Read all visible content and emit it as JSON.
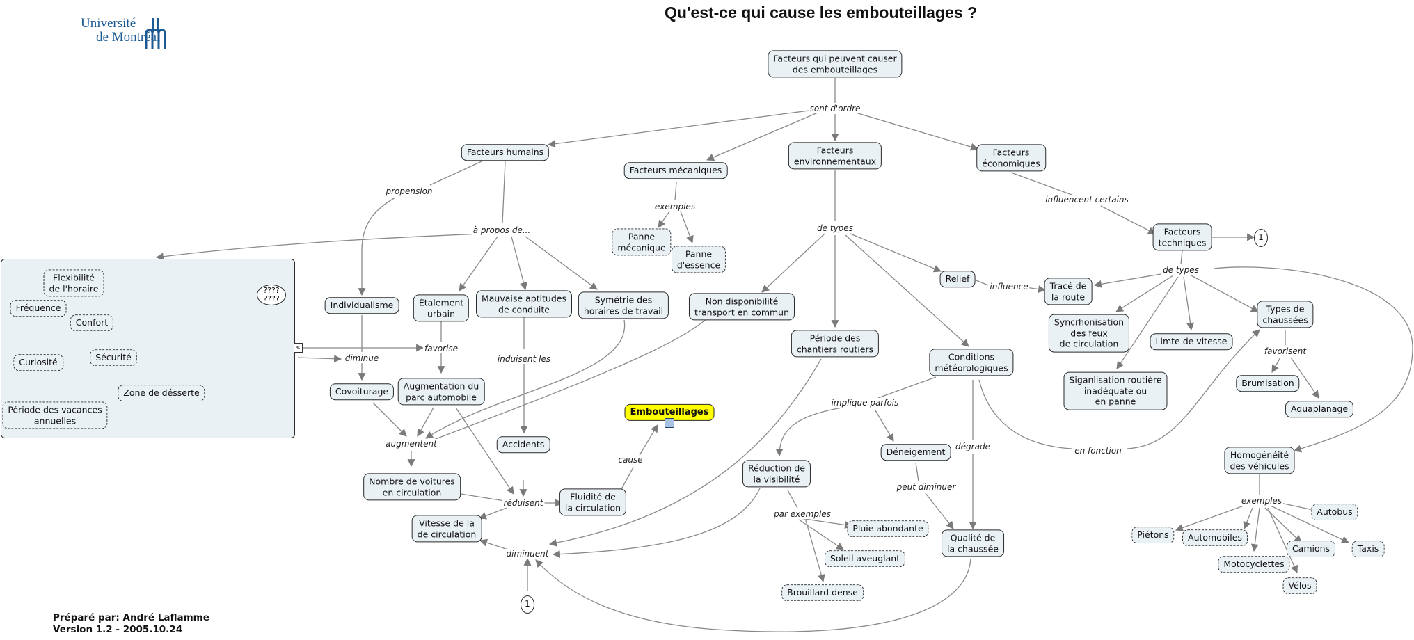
{
  "title": "Qu'est-ce qui cause les embouteillages ?",
  "logo": {
    "line1": "Université",
    "line2": "de Montréal",
    "color": "#1c5a94"
  },
  "author": {
    "line1": "Préparé par: André Laflamme",
    "line2": "Version 1.2 - 2005.10.24"
  },
  "colors": {
    "node_fill": "#eaf1f5",
    "highlight": "#ffff00",
    "arrow": "#7a7a7a"
  },
  "nodes": {
    "facteurs_root": "Facteurs qui peuvent causer\ndes embouteillages",
    "humains": "Facteurs humains",
    "mecaniques": "Facteurs mécaniques",
    "environnementaux": "Facteurs\nenvironnementaux",
    "economiques": "Facteurs\néconomiques",
    "techniques": "Facteurs\ntechniques",
    "panne_mecanique": "Panne\nmécanique",
    "panne_essence": "Panne\nd'essence",
    "individualisme": "Individualisme",
    "etalement": "Étalement\nurbain",
    "mauvaise": "Mauvaise aptitudes\nde conduite",
    "symetrie": "Symétrie des\nhoraires de travail",
    "non_dispo": "Non disponibilité\ntransport en commun",
    "chantiers": "Période des\nchantiers routiers",
    "relief": "Relief",
    "trace": "Tracé de\nla route",
    "conditions": "Conditions\nmétéorologiques",
    "covoiturage": "Covoiturage",
    "augmentation": "Augmentation du\nparc automobile",
    "accidents": "Accidents",
    "embouteillages": "Embouteillages",
    "nombre": "Nombre de voitures\nen circulation",
    "fluidite": "Fluidité de\nla circulation",
    "vitesse": "Vitesse de la\nde circulation",
    "reduction": "Réduction de\nla visibilité",
    "deneigement": "Déneigement",
    "qualite": "Qualité de\nla chaussée",
    "pluie": "Pluie abondante",
    "soleil": "Soleil aveuglant",
    "brouillard": "Brouillard dense",
    "synchro": "Syncrhonisation\ndes feux\nde circulation",
    "signalisation": "Siganlisation routière\ninadéquate ou\nen panne",
    "limite": "Limte de vitesse",
    "types_chaussees": "Types de\nchaussées",
    "brumisation": "Brumisation",
    "aquaplanage": "Aquaplanage",
    "homogeneite": "Homogénéité\ndes véhicules",
    "autobus": "Autobus",
    "pietons": "Piétons",
    "automobiles": "Automobiles",
    "camions": "Camions",
    "taxis": "Taxis",
    "motocyclettes": "Motocyclettes",
    "velos": "Vélos",
    "flexibilite": "Flexibilité\nde l'horaire",
    "frequence": "Fréquence",
    "confort": "Confort",
    "curiosite": "Curiosité",
    "securite": "Sécurité",
    "zone": "Zone de désserte",
    "vacances": "Période des vacances\nannuelles",
    "qqq": "????\n????",
    "ref1_top": "1",
    "ref1_bottom": "1"
  },
  "links": {
    "sont_dordre": "sont d'ordre",
    "propension": "propension",
    "a_propos": "à propos de...",
    "exemples_meca": "exemples",
    "de_types_env": "de types",
    "influencent": "influencent certains",
    "de_types_tech": "de types",
    "influence": "influence",
    "favorise": "favorise",
    "diminue": "diminue",
    "induisent": "induisent les",
    "augmentent": "augmentent",
    "reduisent": "réduisent",
    "cause": "cause",
    "diminuent": "diminuent",
    "implique": "implique parfois",
    "degrade": "dégrade",
    "peut_diminuer": "peut diminuer",
    "par_exemples": "par exemples",
    "favorisent": "favorisent",
    "en_fonction": "en fonction",
    "exemples_veh": "exemples"
  }
}
